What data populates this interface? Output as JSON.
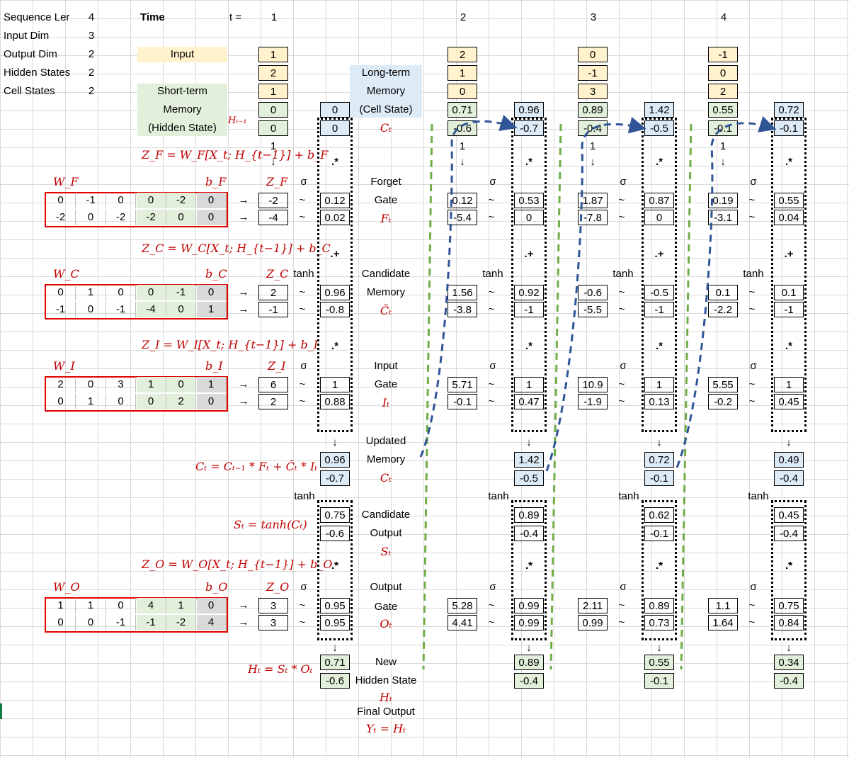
{
  "params": {
    "seq_len_label": "Sequence Ler",
    "seq_len": "4",
    "input_dim_label": "Input Dim",
    "input_dim": "3",
    "output_dim_label": "Output Dim",
    "output_dim": "2",
    "hidden_label": "Hidden States",
    "hidden": "2",
    "cell_label": "Cell States",
    "cell": "2"
  },
  "header": {
    "time": "Time",
    "t_eq": "t =",
    "steps": [
      "1",
      "2",
      "3",
      "4"
    ]
  },
  "labels": {
    "input": "Input",
    "short_term": [
      "Short-term",
      "Memory",
      "(Hidden State)"
    ],
    "long_term": [
      "Long-term",
      "Memory",
      "(Cell State)"
    ],
    "forget_gate": [
      "Forget",
      "Gate"
    ],
    "candidate_memory": [
      "Candidate",
      "Memory"
    ],
    "input_gate": [
      "Input",
      "Gate"
    ],
    "updated_memory": [
      "Updated",
      "Memory"
    ],
    "candidate_output": [
      "Candidate",
      "Output"
    ],
    "output_gate": [
      "Output",
      "Gate"
    ],
    "new_hidden": [
      "New",
      "Hidden State"
    ],
    "final_output": "Final Output"
  },
  "math": {
    "Ct": "Cₜ",
    "Ht1": "Hₜ₋₁",
    "Ft": "Fₜ",
    "Ct_tilde": "C̃ₜ",
    "It": "Iₜ",
    "St": "Sₜ",
    "Ot": "Oₜ",
    "Ht": "Hₜ",
    "Yt": "Yₜ = Hₜ",
    "zf_eq": "Z_F = W_F[X_t; H_{t−1}] + b_F",
    "zc_eq": "Z_C = W_C[X_t; H_{t−1}] + b_C",
    "zi_eq": "Z_I = W_I[X_t; H_{t−1}] + b_I",
    "zo_eq": "Z_O = W_O[X_t; H_{t−1}] + b_O",
    "ct_eq": "Cₜ = Cₜ₋₁ * Fₜ + C̃ₜ * Iₜ",
    "st_eq": "Sₜ = tanh(Cₜ)",
    "ht_eq": "Hₜ = Sₜ * Oₜ",
    "WF": "W_F",
    "bF": "b_F",
    "ZF": "Z_F",
    "WC": "W_C",
    "bC": "b_C",
    "ZC": "Z_C",
    "WI": "W_I",
    "bI": "b_I",
    "ZI": "Z_I",
    "WO": "W_O",
    "bO": "b_O",
    "ZO": "Z_O"
  },
  "ops": {
    "sigma": "σ",
    "tanh": "tanh",
    "mul": ".*",
    "add": ".+",
    "arrow": "→",
    "down": "↓",
    "approx": "~",
    "one": "1"
  },
  "weights": {
    "WF": [
      [
        "0",
        "-1",
        "0",
        "0",
        "-2",
        "0"
      ],
      [
        "-2",
        "0",
        "-2",
        "-2",
        "0",
        "0"
      ]
    ],
    "WC": [
      [
        "0",
        "1",
        "0",
        "0",
        "-1",
        "0"
      ],
      [
        "-1",
        "0",
        "-1",
        "-4",
        "0",
        "1"
      ]
    ],
    "WI": [
      [
        "2",
        "0",
        "3",
        "1",
        "0",
        "1"
      ],
      [
        "0",
        "1",
        "0",
        "0",
        "2",
        "0"
      ]
    ],
    "WO": [
      [
        "1",
        "1",
        "0",
        "4",
        "1",
        "0"
      ],
      [
        "0",
        "0",
        "-1",
        "-1",
        "-2",
        "4"
      ]
    ]
  },
  "steps": [
    {
      "x": [
        "1",
        "2",
        "1"
      ],
      "h_prev": [
        "0",
        "0"
      ],
      "c_prev": [
        "0",
        "0"
      ],
      "zf": [
        "-2",
        "-4"
      ],
      "f": [
        "0.12",
        "0.02"
      ],
      "zc": [
        "2",
        "-1"
      ],
      "ct": [
        "0.96",
        "-0.8"
      ],
      "zi": [
        "6",
        "2"
      ],
      "i": [
        "1",
        "0.88"
      ],
      "c": [
        "0.96",
        "-0.7"
      ],
      "s": [
        "0.75",
        "-0.6"
      ],
      "zo": [
        "3",
        "3"
      ],
      "o": [
        "0.95",
        "0.95"
      ],
      "h": [
        "0.71",
        "-0.6"
      ]
    },
    {
      "x": [
        "2",
        "1",
        "0"
      ],
      "h_prev": [
        "0.71",
        "-0.6"
      ],
      "c_prev": [
        "0.96",
        "-0.7"
      ],
      "zf": [
        "0.12",
        "-5.4"
      ],
      "f": [
        "0.53",
        "0"
      ],
      "zc": [
        "1.56",
        "-3.8"
      ],
      "ct": [
        "0.92",
        "-1"
      ],
      "zi": [
        "5.71",
        "-0.1"
      ],
      "i": [
        "1",
        "0.47"
      ],
      "c": [
        "1.42",
        "-0.5"
      ],
      "s": [
        "0.89",
        "-0.4"
      ],
      "zo": [
        "5.28",
        "4.41"
      ],
      "o": [
        "0.99",
        "0.99"
      ],
      "h": [
        "0.89",
        "-0.4"
      ]
    },
    {
      "x": [
        "0",
        "-1",
        "3"
      ],
      "h_prev": [
        "0.89",
        "-0.4"
      ],
      "c_prev": [
        "1.42",
        "-0.5"
      ],
      "zf": [
        "1.87",
        "-7.8"
      ],
      "f": [
        "0.87",
        "0"
      ],
      "zc": [
        "-0.6",
        "-5.5"
      ],
      "ct": [
        "-0.5",
        "-1"
      ],
      "zi": [
        "10.9",
        "-1.9"
      ],
      "i": [
        "1",
        "0.13"
      ],
      "c": [
        "0.72",
        "-0.1"
      ],
      "s": [
        "0.62",
        "-0.1"
      ],
      "zo": [
        "2.11",
        "0.99"
      ],
      "o": [
        "0.89",
        "0.73"
      ],
      "h": [
        "0.55",
        "-0.1"
      ]
    },
    {
      "x": [
        "-1",
        "0",
        "2"
      ],
      "h_prev": [
        "0.55",
        "-0.1"
      ],
      "c_prev": [
        "0.72",
        "-0.1"
      ],
      "zf": [
        "0.19",
        "-3.1"
      ],
      "f": [
        "0.55",
        "0.04"
      ],
      "zc": [
        "0.1",
        "-2.2"
      ],
      "ct": [
        "0.1",
        "-1"
      ],
      "zi": [
        "5.55",
        "-0.2"
      ],
      "i": [
        "1",
        "0.45"
      ],
      "c": [
        "0.49",
        "-0.4"
      ],
      "s": [
        "0.45",
        "-0.4"
      ],
      "zo": [
        "1.1",
        "1.64"
      ],
      "o": [
        "0.75",
        "0.84"
      ],
      "h": [
        "0.34",
        "-0.4"
      ]
    }
  ],
  "colors": {
    "input": "#fff2cc",
    "hidden": "#e2efda",
    "cell": "#ddebf7",
    "weight_border": "#e00000",
    "math": "#c00000",
    "green_dash": "#70ad47",
    "blue_dash": "#2f5597"
  }
}
